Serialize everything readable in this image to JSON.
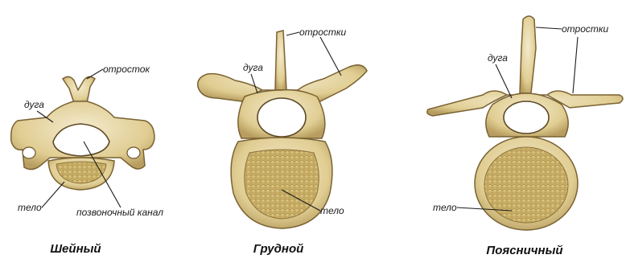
{
  "colors": {
    "bone_fill": "#e6d7a4",
    "bone_light": "#f3ead0",
    "bone_shadow": "#9c8451",
    "bone_dark": "#5e4a25",
    "spongy": "#d2bb75",
    "background": "#ffffff"
  },
  "vertebrae": [
    {
      "caption": "Шейный",
      "labels": {
        "process": "отросток",
        "arch": "дуга",
        "body": "тело",
        "canal": "позвоночный канал"
      }
    },
    {
      "caption": "Грудной",
      "labels": {
        "process": "отростки",
        "arch": "дуга",
        "body": "тело"
      }
    },
    {
      "caption": "Поясничный",
      "labels": {
        "process": "отростки",
        "arch": "дуга",
        "body": "тело"
      }
    }
  ]
}
